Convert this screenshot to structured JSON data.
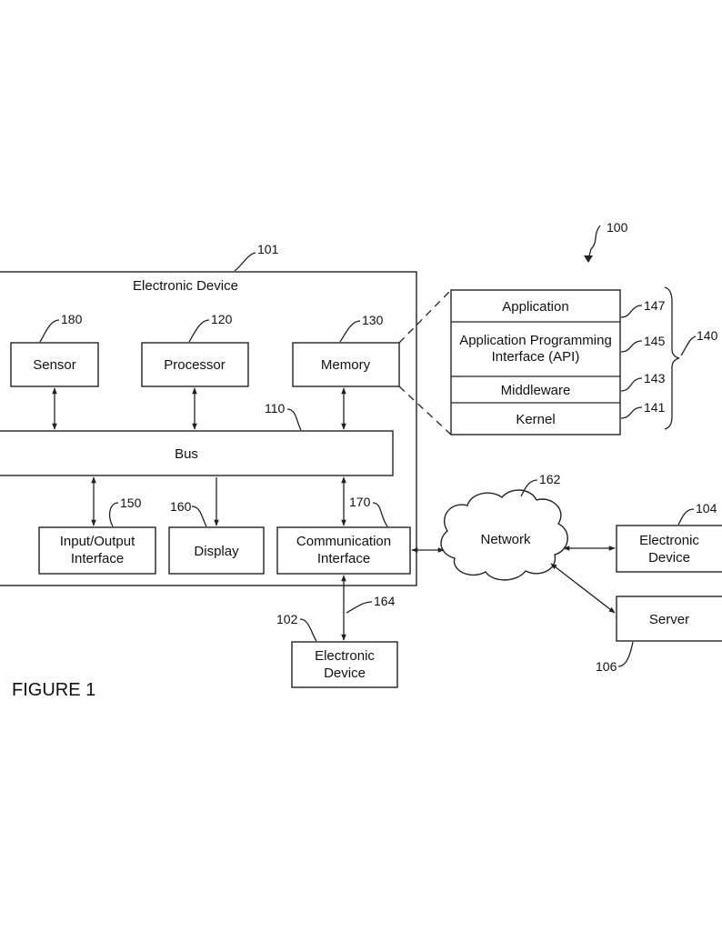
{
  "figure_label": "FIGURE 1",
  "refs": {
    "system": "100",
    "device": "101",
    "bus": "110",
    "processor": "120",
    "memory": "130",
    "program": "140",
    "kernel": "141",
    "middleware": "143",
    "api": "145",
    "application": "147",
    "io": "150",
    "display": "160",
    "comm": "170",
    "sensor": "180",
    "network": "162",
    "link": "164",
    "device102": "102",
    "device104": "104",
    "server": "106"
  },
  "labels": {
    "device_title": "Electronic Device",
    "sensor": "Sensor",
    "processor": "Processor",
    "memory": "Memory",
    "bus": "Bus",
    "io_line1": "Input/Output",
    "io_line2": "Interface",
    "display": "Display",
    "comm_line1": "Communication",
    "comm_line2": "Interface",
    "application": "Application",
    "api_line1": "Application Programming",
    "api_line2": "Interface (API)",
    "middleware": "Middleware",
    "kernel": "Kernel",
    "network": "Network",
    "ed_line1": "Electronic",
    "ed_line2": "Device",
    "server": "Server"
  }
}
